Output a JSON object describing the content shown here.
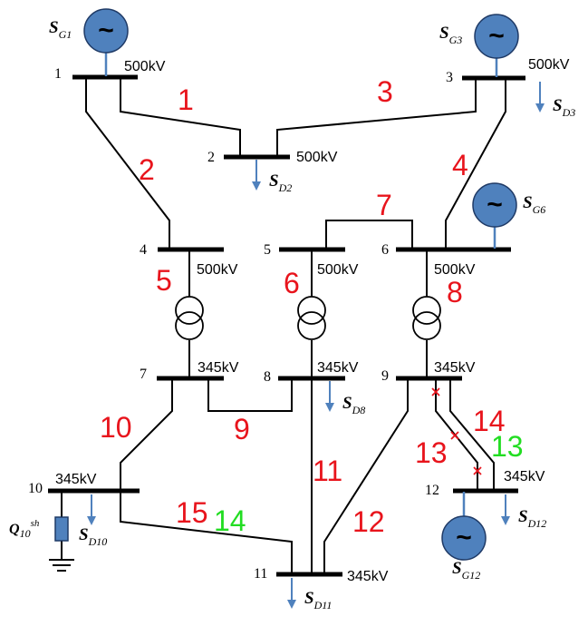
{
  "buses": [
    {
      "id": "1",
      "voltage": "500kV"
    },
    {
      "id": "2",
      "voltage": "500kV"
    },
    {
      "id": "3",
      "voltage": "500kV"
    },
    {
      "id": "4",
      "voltage": "500kV"
    },
    {
      "id": "5",
      "voltage": "500kV"
    },
    {
      "id": "6",
      "voltage": "500kV"
    },
    {
      "id": "7",
      "voltage": "345kV"
    },
    {
      "id": "8",
      "voltage": "345kV"
    },
    {
      "id": "9",
      "voltage": "345kV"
    },
    {
      "id": "10",
      "voltage": "345kV"
    },
    {
      "id": "11",
      "voltage": "345kV"
    },
    {
      "id": "12",
      "voltage": "345kV"
    }
  ],
  "generators": [
    {
      "symbol": "S",
      "sub": "G1",
      "bus": "1"
    },
    {
      "symbol": "S",
      "sub": "G3",
      "bus": "3"
    },
    {
      "symbol": "S",
      "sub": "G6",
      "bus": "6"
    },
    {
      "symbol": "S",
      "sub": "G12",
      "bus": "12"
    }
  ],
  "generator_glyph": "~",
  "loads": [
    {
      "symbol": "S",
      "sub": "D2",
      "bus": "2"
    },
    {
      "symbol": "S",
      "sub": "D3",
      "bus": "3"
    },
    {
      "symbol": "S",
      "sub": "D8",
      "bus": "8"
    },
    {
      "symbol": "S",
      "sub": "D10",
      "bus": "10"
    },
    {
      "symbol": "S",
      "sub": "D11",
      "bus": "11"
    },
    {
      "symbol": "S",
      "sub": "D12",
      "bus": "12"
    }
  ],
  "shunt": {
    "symbol": "Q",
    "sub": "10",
    "sup": "sh",
    "bus": "10"
  },
  "branch_labels_red": [
    "1",
    "2",
    "3",
    "4",
    "5",
    "6",
    "7",
    "8",
    "9",
    "10",
    "11",
    "12",
    "13",
    "14",
    "15"
  ],
  "branch_labels_green": [
    "13",
    "14"
  ],
  "open_marks": [
    "x"
  ],
  "colors": {
    "branch_label": "#e8141c",
    "renumbered_label": "#22dd22",
    "generator": "#4f81bd",
    "load_arrow": "#4f81bd",
    "open_mark": "#e8141c"
  }
}
